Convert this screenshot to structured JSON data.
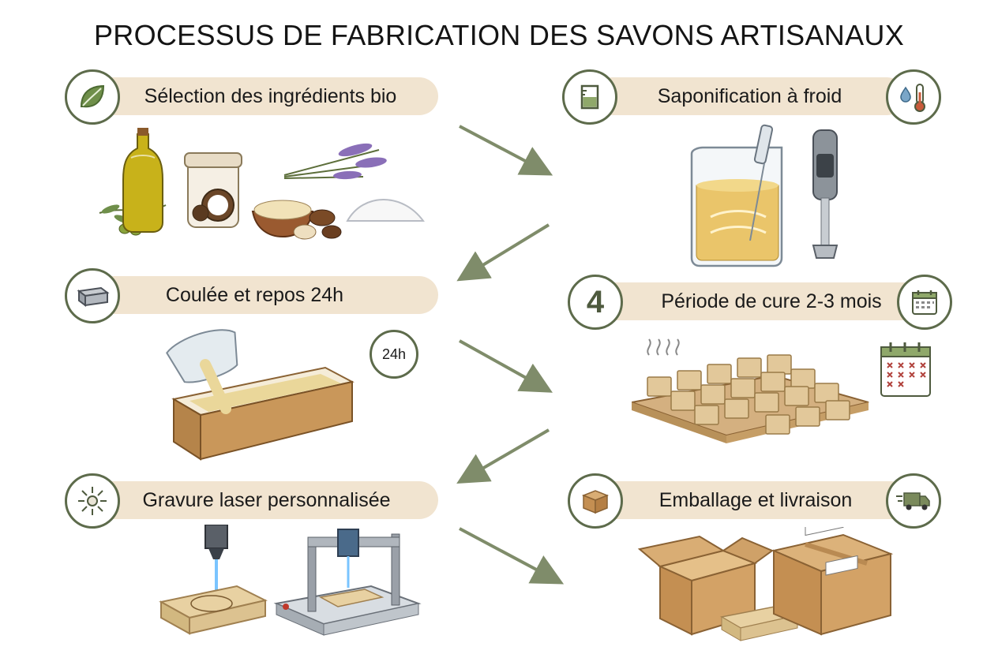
{
  "title": "PROCESSUS DE FABRICATION DES SAVONS ARTISANAUX",
  "steps": [
    {
      "label": "Sélection des ingrédients bio",
      "icon": "leaf-icon"
    },
    {
      "label": "Saponification à froid",
      "icon": "beaker-icon",
      "icon2": "thermometer-icon"
    },
    {
      "label": "Coulée et repos 24h",
      "icon": "mold-icon",
      "timer": "24h"
    },
    {
      "label": "Période de cure 2-3 mois",
      "number": "4",
      "icon": "calendar-icon"
    },
    {
      "label": "Gravure laser personnalisée",
      "icon": "laser-icon"
    },
    {
      "label": "Emballage et livraison",
      "icon": "box-icon",
      "icon2": "delivery-truck-icon"
    }
  ],
  "colors": {
    "accent": "#5d6b4b",
    "pill": "#f1e4d0",
    "arrow": "#7f8c6a",
    "wood": "#d6b487",
    "soap": "#e6cfa3",
    "cardboard": "#c89b63"
  }
}
